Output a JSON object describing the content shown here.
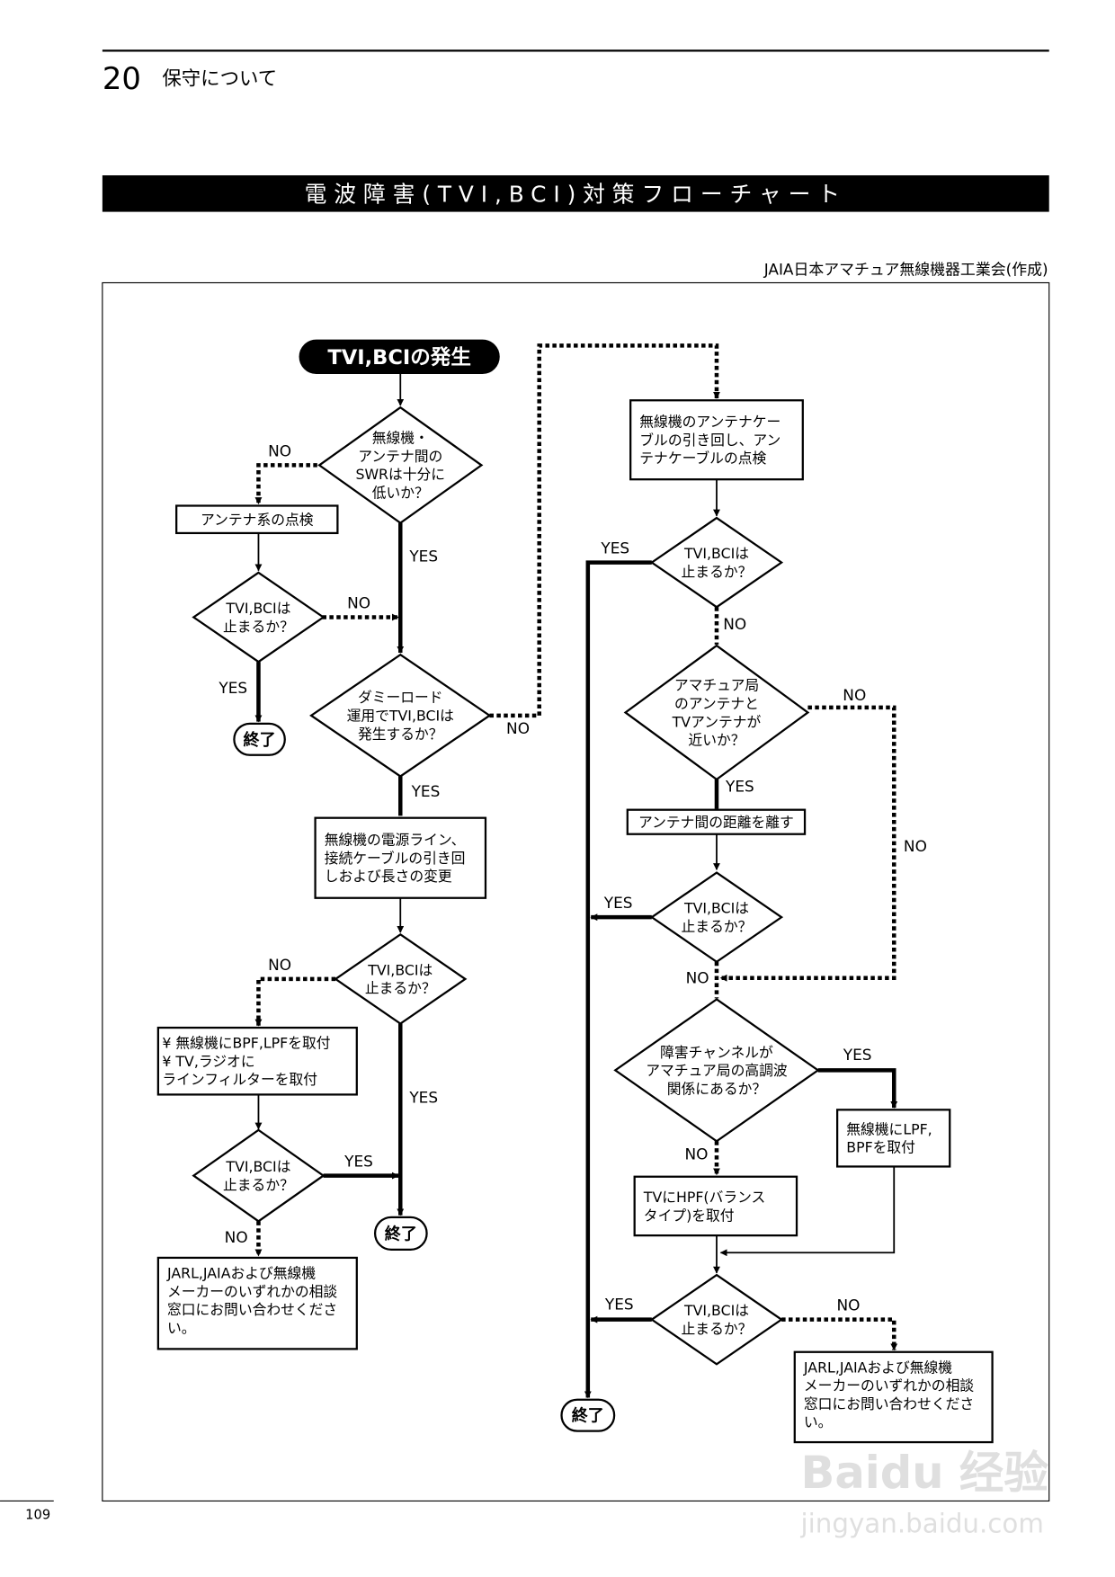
{
  "header": {
    "section_number": "20",
    "section_title": "保守について"
  },
  "banner": {
    "title": "電波障害(TVI,BCI)対策フローチャート",
    "background": "#000000",
    "color": "#ffffff"
  },
  "credit": "JAIA日本アマチュア無線機器工業会(作成)",
  "page_number": "109",
  "watermark": {
    "brand": "Baidu 经验",
    "url": "jingyan.baidu.com"
  },
  "flowchart": {
    "nodes": {
      "start": {
        "lines": [
          "TVI,BCIの発生"
        ]
      },
      "q_swr": {
        "lines": [
          "無線機・",
          "アンテナ間の",
          "SWRは十分に",
          "低いか？"
        ]
      },
      "p_antenna_check": {
        "lines": [
          "アンテナ系の点検"
        ]
      },
      "q_stop_1": {
        "lines": [
          "TVI,BCIは",
          "止まるか？"
        ]
      },
      "end_1": {
        "lines": [
          "終了"
        ]
      },
      "q_dummy_load": {
        "lines": [
          "ダミーロード",
          "運用でTVI,BCIは",
          "発生するか？"
        ]
      },
      "p_power_line": {
        "lines": [
          "無線機の電源ライン、",
          "接続ケーブルの引き回",
          "しおよび長さの変更"
        ]
      },
      "q_stop_2": {
        "lines": [
          "TVI,BCIは",
          "止まるか？"
        ]
      },
      "p_filters": {
        "lines": [
          "¥  無線機にBPF,LPFを取付",
          "¥  TV,ラジオに",
          "    ラインフィルターを取付"
        ]
      },
      "q_stop_3": {
        "lines": [
          "TVI,BCIは",
          "止まるか？"
        ]
      },
      "end_2": {
        "lines": [
          "終了"
        ]
      },
      "p_contact_1": {
        "lines": [
          "JARL,JAIAおよび無線機",
          "メーカーのいずれかの相談",
          "窓口にお問い合わせくださ",
          "い。"
        ]
      },
      "p_cable_check": {
        "lines": [
          "無線機のアンテナケー",
          "ブルの引き回し、アン",
          "テナケーブルの点検"
        ]
      },
      "q_stop_4": {
        "lines": [
          "TVI,BCIは",
          "止まるか？"
        ]
      },
      "q_antenna_near": {
        "lines": [
          "アマチュア局",
          "のアンテナと",
          "TVアンテナが",
          "近いか？"
        ]
      },
      "p_separate": {
        "lines": [
          "アンテナ間の距離を離す"
        ]
      },
      "q_stop_5": {
        "lines": [
          "TVI,BCIは",
          "止まるか？"
        ]
      },
      "q_harmonic": {
        "lines": [
          "障害チャンネルが",
          "アマチュア局の高調波",
          "関係にあるか？"
        ]
      },
      "p_lpf_bpf": {
        "lines": [
          "無線機にLPF,",
          "BPFを取付"
        ]
      },
      "p_hpf": {
        "lines": [
          "TVにHPF(バランス",
          "タイプ)を取付"
        ]
      },
      "q_stop_6": {
        "lines": [
          "TVI,BCIは",
          "止まるか？"
        ]
      },
      "end_3": {
        "lines": [
          "終了"
        ]
      },
      "p_contact_2": {
        "lines": [
          "JARL,JAIAおよび無線機",
          "メーカーのいずれかの相談",
          "窓口にお問い合わせくださ",
          "い。"
        ]
      }
    },
    "edge_labels": [
      "NO",
      "YES",
      "NO",
      "YES",
      "NO",
      "YES",
      "NO",
      "YES",
      "YES",
      "NO",
      "YES",
      "NO",
      "NO",
      "YES",
      "YES",
      "NO",
      "NO",
      "YES",
      "NO",
      "YES",
      "NO"
    ]
  }
}
